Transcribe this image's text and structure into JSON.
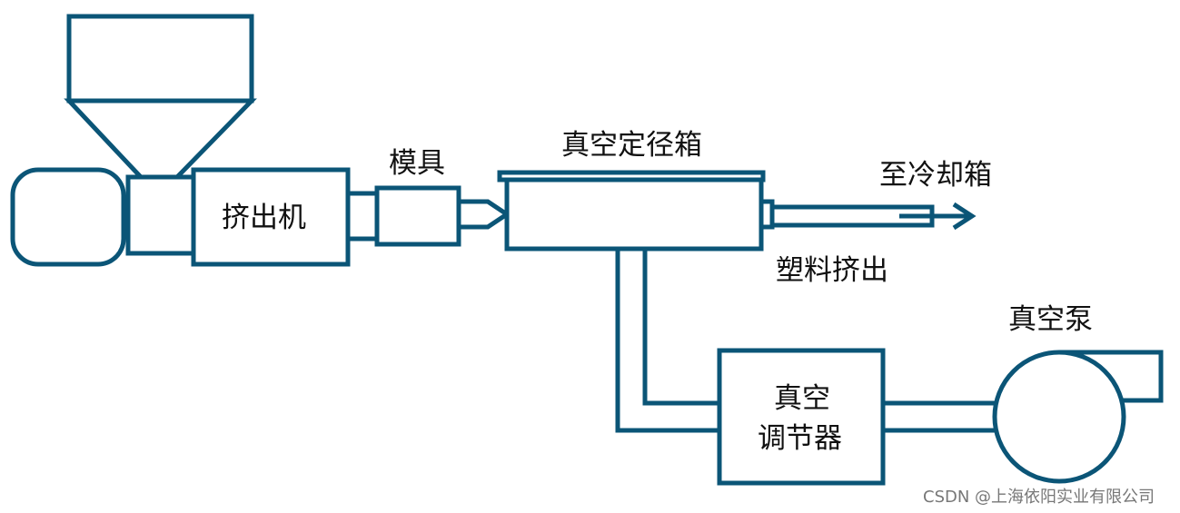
{
  "labels": {
    "extruder": "挤出机",
    "mold": "模具",
    "vacuum_sizing_box": "真空定径箱",
    "to_cooling_box": "至冷却箱",
    "plastic_extrusion": "塑料挤出",
    "vacuum_pump": "真空泵",
    "vacuum_regulator_line1": "真空",
    "vacuum_regulator_line2": "调节器"
  },
  "watermark": "CSDN @上海依阳实业有限公司",
  "colors": {
    "stroke": "#0b5577",
    "text": "#111111",
    "watermark": "#777777"
  }
}
